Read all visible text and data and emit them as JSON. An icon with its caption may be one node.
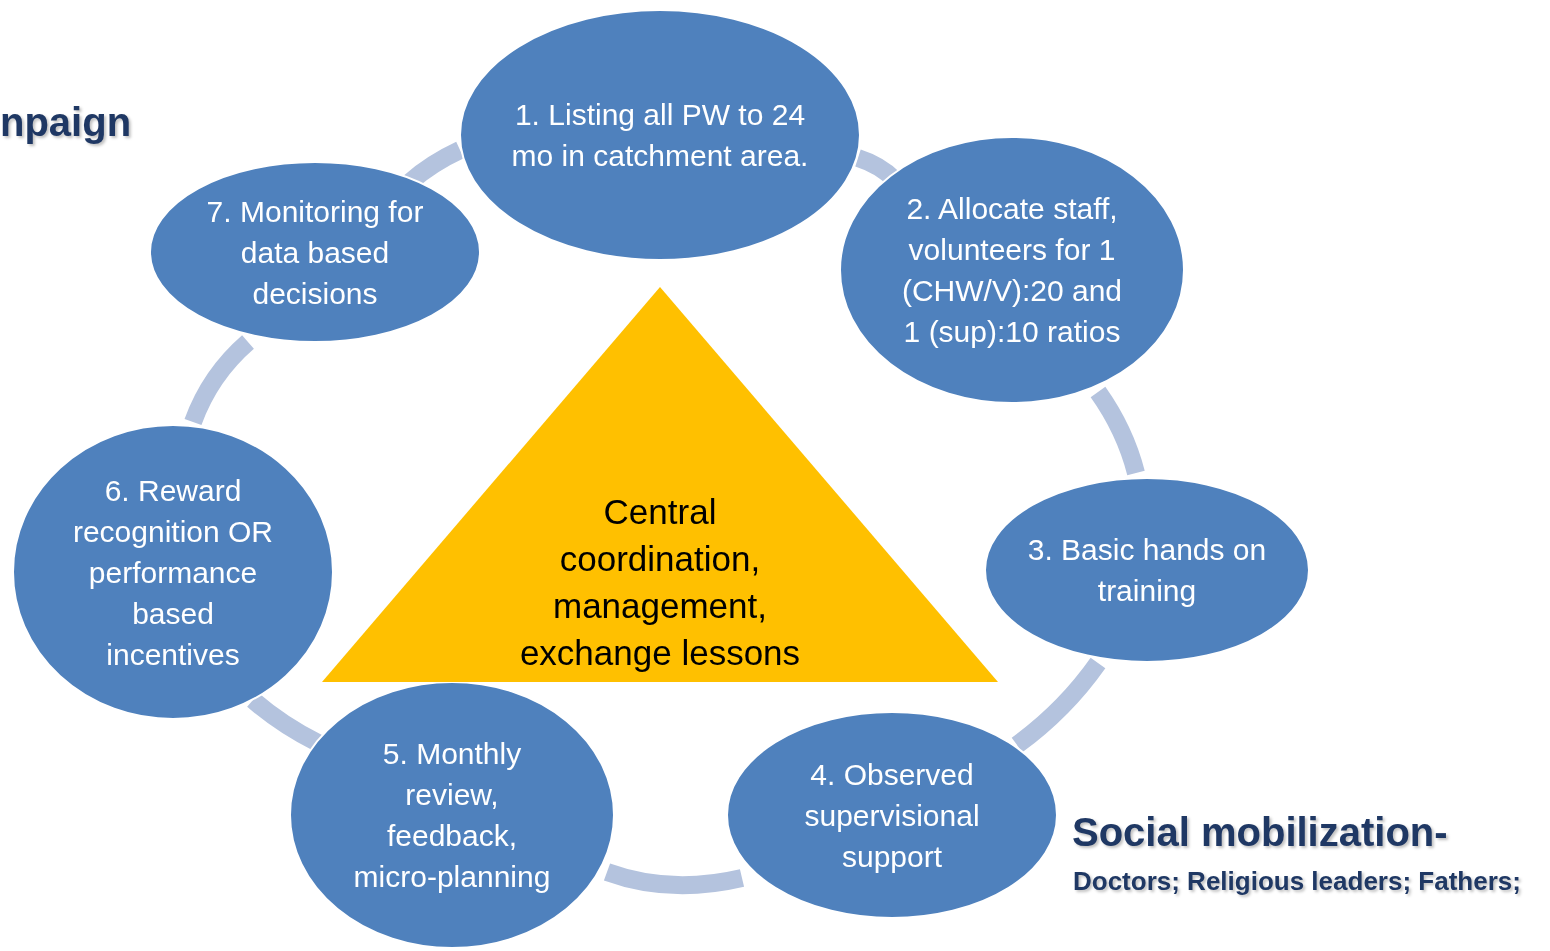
{
  "diagram": {
    "nodes": [
      {
        "text": [
          "1. Listing all PW to 24 mo in catchment area."
        ]
      },
      {
        "text": [
          "2. Allocate staff, volunteers for 1 (CHW/V):20 and 1 (sup):10 ratios"
        ]
      },
      {
        "text": [
          "3. Basic hands on training"
        ]
      },
      {
        "text": [
          "4. Observed supervisional support"
        ]
      },
      {
        "text": [
          "5. Monthly review, feedback, micro-planning"
        ]
      },
      {
        "text": [
          "6. Reward recognition OR performance based incentives"
        ]
      },
      {
        "text": [
          "7. Monitoring for data based decisions"
        ]
      },
      {
        "text": [
          "Central coordination, management, exchange lessons"
        ]
      }
    ],
    "edges": [
      {
        "from": 0,
        "to": 1,
        "arrow": "none"
      },
      {
        "from": 1,
        "to": 2,
        "arrow": "none"
      },
      {
        "from": 2,
        "to": 3,
        "arrow": "none"
      },
      {
        "from": 3,
        "to": 4,
        "arrow": "none"
      },
      {
        "from": 4,
        "to": 5,
        "arrow": "none"
      },
      {
        "from": 5,
        "to": 6,
        "arrow": "none"
      },
      {
        "from": 6,
        "to": 0,
        "arrow": "none"
      }
    ],
    "labels": [
      "npaign",
      "Social mobilization-",
      "Doctors; Religious leaders; Fathers;"
    ]
  }
}
